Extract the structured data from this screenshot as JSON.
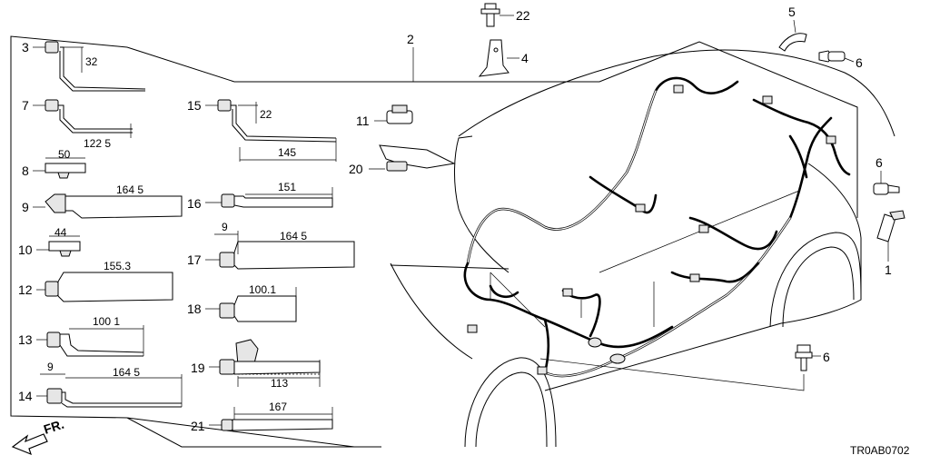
{
  "diagram_code": "TR0AB0702",
  "front_marker": "FR.",
  "callouts": {
    "c1": "1",
    "c2": "2",
    "c3": "3",
    "c4": "4",
    "c5": "5",
    "c6a": "6",
    "c6b": "6",
    "c6c": "6",
    "c7": "7",
    "c8": "8",
    "c9": "9",
    "c10": "10",
    "c11": "11",
    "c12": "12",
    "c13": "13",
    "c14": "14",
    "c15": "15",
    "c16": "16",
    "c17": "17",
    "c18": "18",
    "c19": "19",
    "c20": "20",
    "c21": "21",
    "c22": "22"
  },
  "dimensions": {
    "d3": "32",
    "d7": "122 5",
    "d8": "50",
    "d9": "164 5",
    "d10": "44",
    "d12": "155.3",
    "d13": "100 1",
    "d14a": "9",
    "d14b": "164 5",
    "d15a": "22",
    "d15b": "145",
    "d16": "151",
    "d17a": "9",
    "d17b": "164 5",
    "d18": "100.1",
    "d19": "113",
    "d21": "167"
  }
}
